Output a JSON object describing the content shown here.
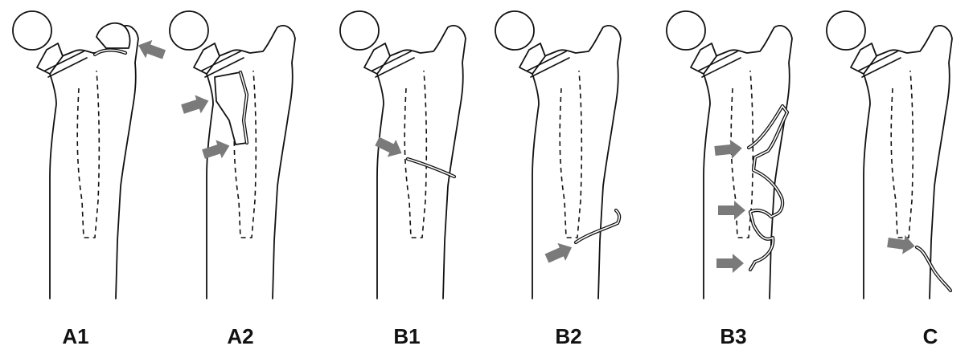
{
  "colors": {
    "arrow": "#7a7a7a",
    "ink": "#111111",
    "background": "#ffffff"
  },
  "panels": [
    {
      "label": "A1"
    },
    {
      "label": "A2"
    },
    {
      "label": "B1"
    },
    {
      "label": "B2"
    },
    {
      "label": "B3"
    },
    {
      "label": "C"
    }
  ]
}
